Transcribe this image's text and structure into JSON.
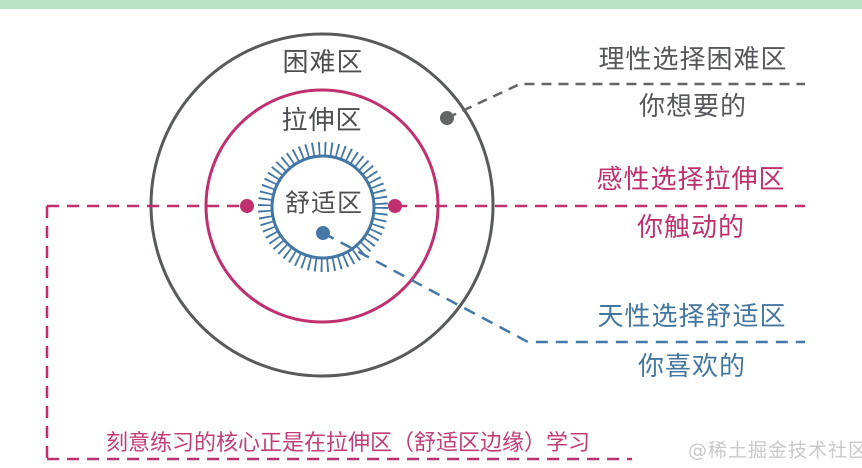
{
  "diagram": {
    "zones": [
      {
        "id": "hard",
        "label": "困难区",
        "color": "#595a5c"
      },
      {
        "id": "stretch",
        "label": "拉伸区",
        "color": "#c0306f"
      },
      {
        "id": "comfort",
        "label": "舒适区",
        "color": "#4277a5"
      }
    ]
  },
  "annotations": [
    {
      "id": "rational",
      "line1": "理性选择困难区",
      "line2": "你想要的",
      "color": "#56575a"
    },
    {
      "id": "emotional",
      "line1": "感性选择拉伸区",
      "line2": "你触动的",
      "color": "#c0306f"
    },
    {
      "id": "natural",
      "line1": "天性选择舒适区",
      "line2": "你喜欢的",
      "color": "#44779f"
    }
  ],
  "bottom_note": "刻意练习的核心正是在拉伸区（舒适区边缘）学习",
  "watermark": "@稀土掘金技术社区",
  "colors": {
    "band_green": "#b9e2c4",
    "gray": "#595a5c",
    "pink": "#c0306f",
    "blue": "#4277a5",
    "watermark_gray": "#c9c9c9"
  }
}
